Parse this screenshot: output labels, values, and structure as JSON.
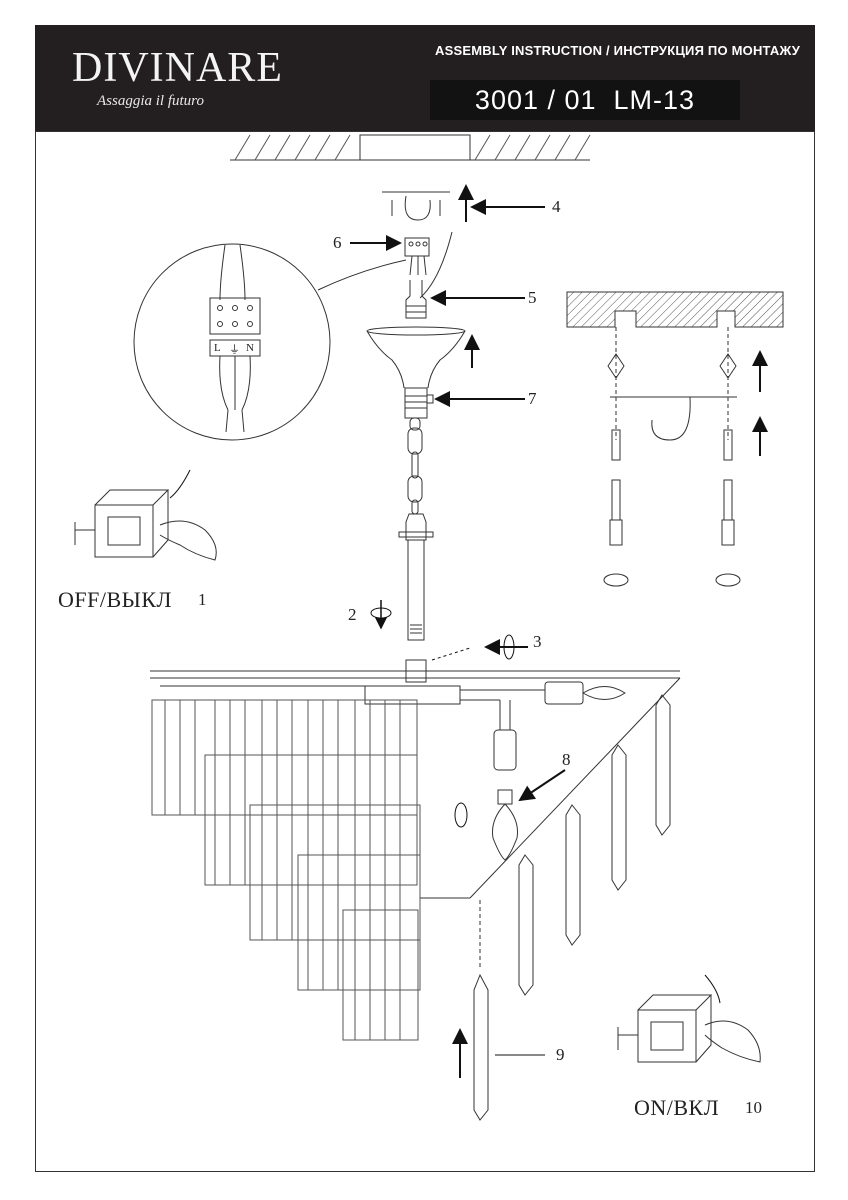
{
  "brand": {
    "name": "DIVINARE",
    "tagline": "Assaggia il futuro"
  },
  "header": {
    "title": "ASSEMBLY INSTRUCTION / ИНСТРУКЦИЯ ПО МОНТАЖУ",
    "model": "3001 / 01  LM-13"
  },
  "steps": {
    "s1": "1",
    "s2": "2",
    "s3": "3",
    "s4": "4",
    "s5": "5",
    "s6": "6",
    "s7": "7",
    "s8": "8",
    "s9": "9",
    "s10": "10"
  },
  "switch_states": {
    "off": "OFF/ВЫКЛ",
    "on": "ON/ВКЛ"
  },
  "terminal_labels": {
    "live": "L",
    "earth": "⏚",
    "neutral": "N"
  },
  "colors": {
    "header_bg": "#231f20",
    "model_box_bg": "#121212",
    "line": "#333333"
  }
}
